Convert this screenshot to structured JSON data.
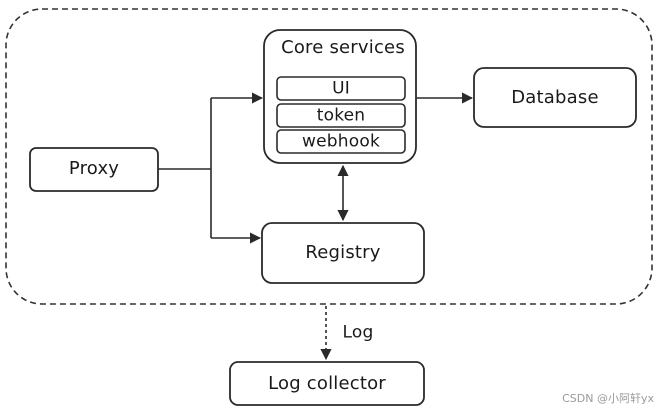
{
  "diagram": {
    "core": {
      "title": "Core services",
      "items": [
        "UI",
        "token",
        "webhook"
      ]
    },
    "nodes": {
      "database": "Database",
      "proxy": "Proxy",
      "registry": "Registry",
      "log_collector": "Log collector"
    },
    "edge_labels": {
      "log": "Log"
    }
  },
  "watermark": "CSDN @小阿轩yx"
}
